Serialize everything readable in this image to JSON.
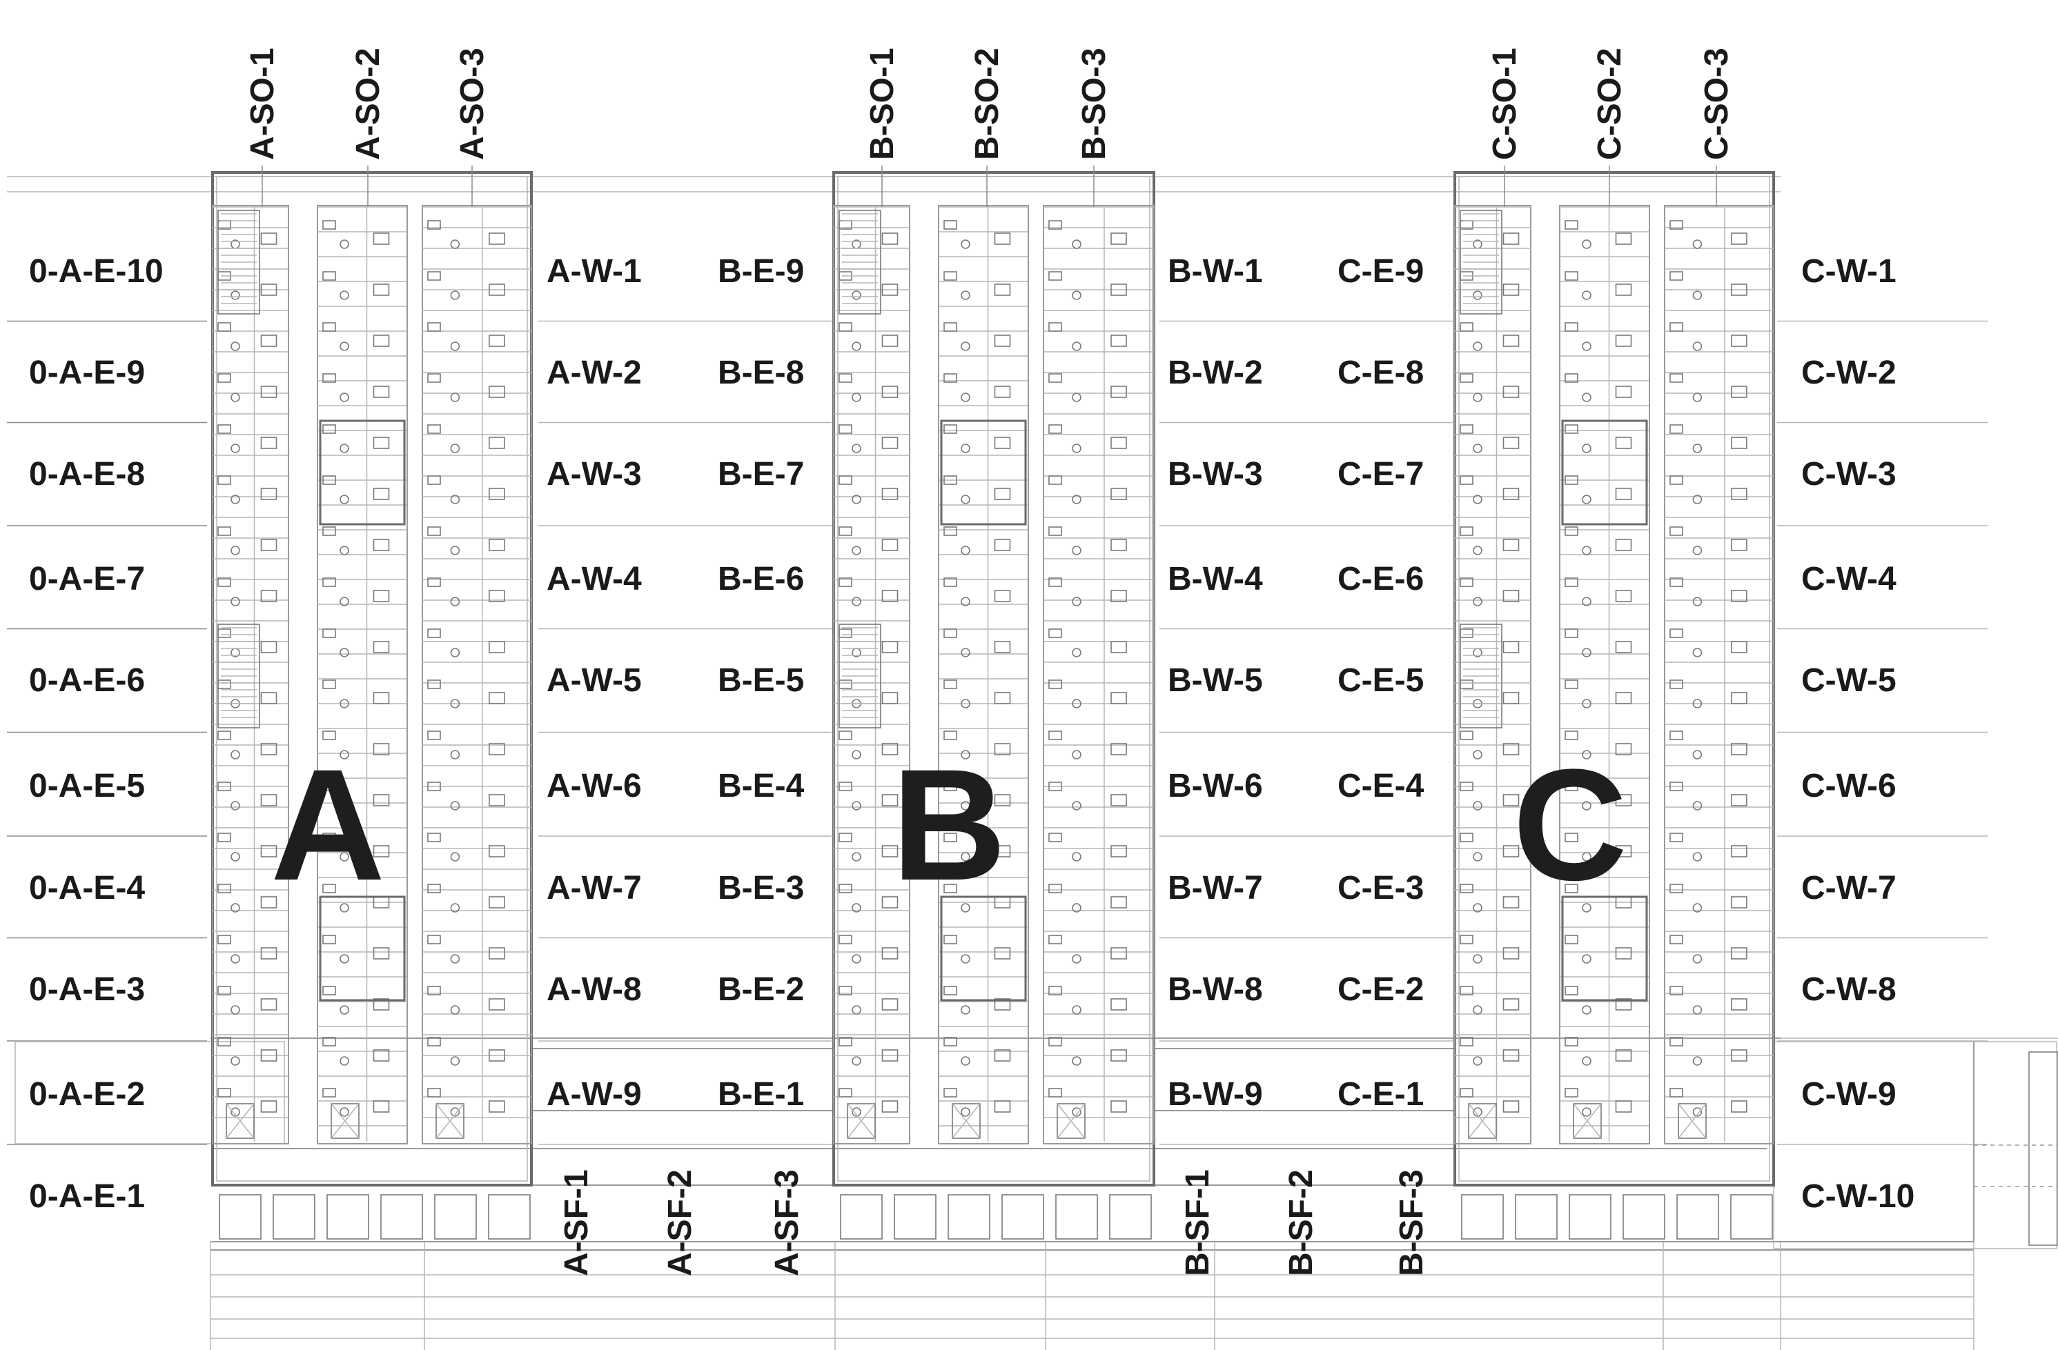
{
  "buildings": [
    {
      "letter": "A",
      "top_labels": [
        "A-SO-1",
        "A-SO-2",
        "A-SO-3"
      ],
      "bottom_labels": [
        "A-SF-1",
        "A-SF-2",
        "A-SF-3"
      ],
      "east_labels": [
        "0-A-E-10",
        "0-A-E-9",
        "0-A-E-8",
        "0-A-E-7",
        "0-A-E-6",
        "0-A-E-5",
        "0-A-E-4",
        "0-A-E-3",
        "0-A-E-2",
        "0-A-E-1"
      ],
      "west_labels": [
        "A-W-1",
        "A-W-2",
        "A-W-3",
        "A-W-4",
        "A-W-5",
        "A-W-6",
        "A-W-7",
        "A-W-8",
        "A-W-9"
      ]
    },
    {
      "letter": "B",
      "top_labels": [
        "B-SO-1",
        "B-SO-2",
        "B-SO-3"
      ],
      "bottom_labels": [
        "B-SF-1",
        "B-SF-2",
        "B-SF-3"
      ],
      "east_labels": [
        "B-E-9",
        "B-E-8",
        "B-E-7",
        "B-E-6",
        "B-E-5",
        "B-E-4",
        "B-E-3",
        "B-E-2",
        "B-E-1"
      ],
      "west_labels": [
        "B-W-1",
        "B-W-2",
        "B-W-3",
        "B-W-4",
        "B-W-5",
        "B-W-6",
        "B-W-7",
        "B-W-8",
        "B-W-9"
      ]
    },
    {
      "letter": "C",
      "top_labels": [
        "C-SO-1",
        "C-SO-2",
        "C-SO-3"
      ],
      "bottom_labels": [],
      "east_labels": [
        "C-E-9",
        "C-E-8",
        "C-E-7",
        "C-E-6",
        "C-E-5",
        "C-E-4",
        "C-E-3",
        "C-E-2",
        "C-E-1"
      ],
      "west_labels": [
        "C-W-1",
        "C-W-2",
        "C-W-3",
        "C-W-4",
        "C-W-5",
        "C-W-6",
        "C-W-7",
        "C-W-8",
        "C-W-9",
        "C-W-10"
      ]
    }
  ],
  "colors": {
    "ink": "#1a1a1a",
    "wall": "#6a6a6a",
    "background": "#ffffff"
  }
}
